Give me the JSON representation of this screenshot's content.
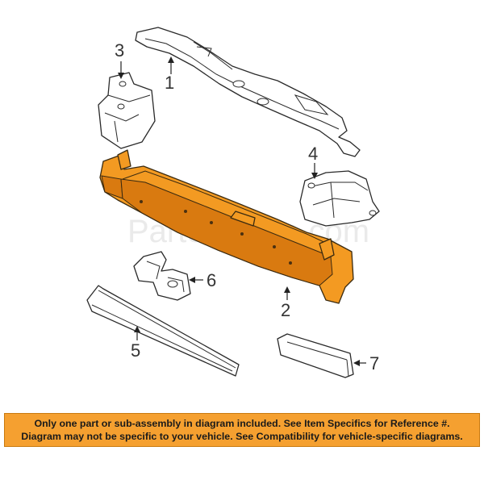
{
  "watermark": "Partomotive.com",
  "callouts": {
    "c1": "1",
    "c2": "2",
    "c3": "3",
    "c4": "4",
    "c5": "5",
    "c6": "6",
    "c7": "7"
  },
  "notice": {
    "line1": "Only one part or sub-assembly in diagram included. See Item Specifics for Reference #.",
    "line2": "Diagram may not be specific to your vehicle. See Compatibility for vehicle-specific diagrams."
  },
  "colors": {
    "highlight_part": "#f39a22",
    "notice_background": "#f5a030"
  }
}
